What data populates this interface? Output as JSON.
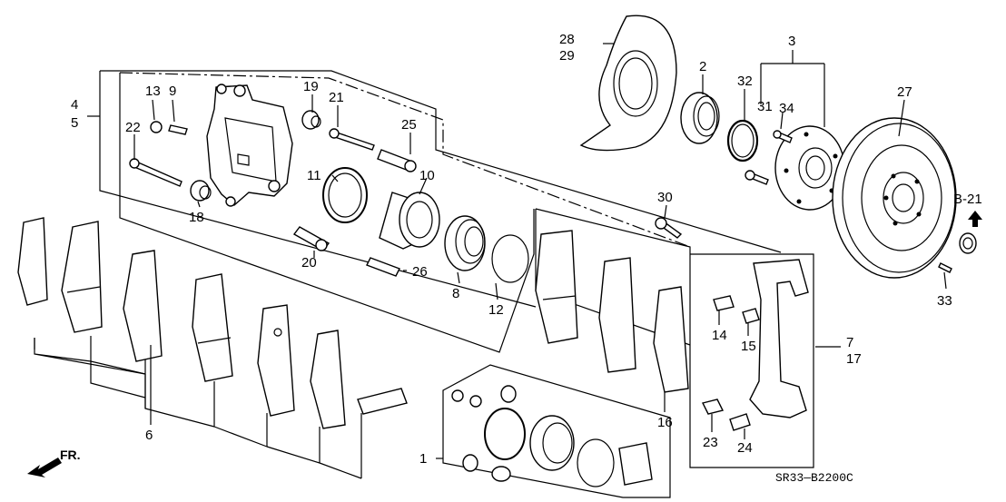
{
  "callouts": {
    "c1": "1",
    "c2": "2",
    "c3": "3",
    "c4": "4",
    "c5": "5",
    "c6": "6",
    "c7": "7",
    "c8": "8",
    "c9": "9",
    "c10": "10",
    "c11": "11",
    "c12": "12",
    "c13": "13",
    "c14": "14",
    "c15": "15",
    "c16": "16",
    "c17": "17",
    "c18": "18",
    "c19": "19",
    "c20": "20",
    "c21": "21",
    "c22": "22",
    "c23": "23",
    "c24": "24",
    "c25": "25",
    "c26": "26",
    "c27": "27",
    "c28": "28",
    "c29": "29",
    "c30": "30",
    "c31": "31",
    "c32": "32",
    "c33": "33",
    "c34": "34"
  },
  "reference": "B-21",
  "direction": "FR.",
  "diagram_code": "SR33—B2200C"
}
